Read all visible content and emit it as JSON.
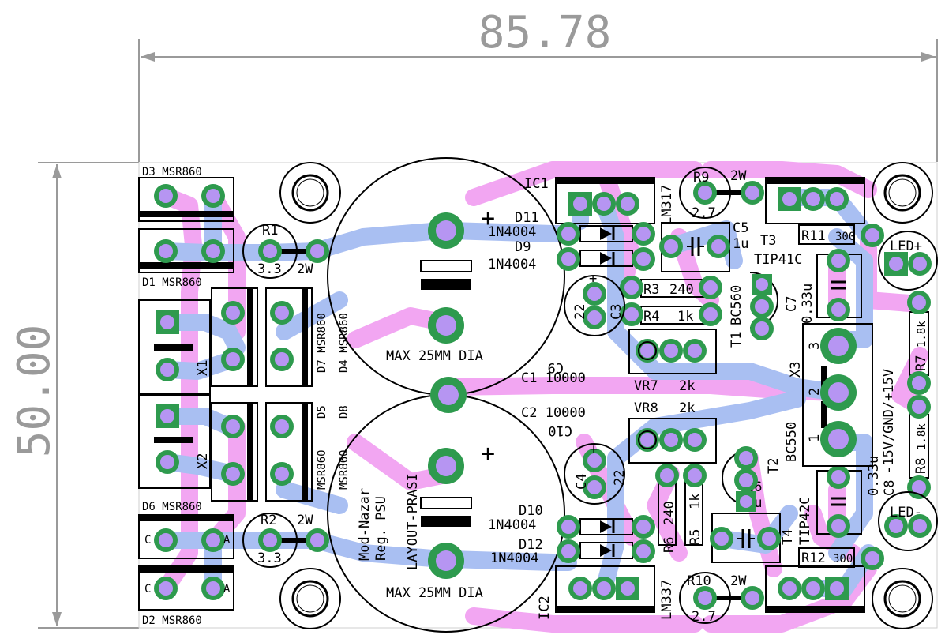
{
  "dimensions": {
    "width": "85.78",
    "height": "50.00"
  },
  "caps": {
    "upper_text": "MAX 25MM DIA",
    "lower_text": "MAX 25MM DIA",
    "plus": "+",
    "c1": "C1 10000",
    "c2": "C2 10000",
    "c9": "C9",
    "c10": "C10",
    "board_title_1": "Mod-Nazar",
    "board_title_2": "Reg. PSU",
    "board_title_3": "LAYOUT-PRASI"
  },
  "parts": {
    "d3": "D3 MSR860",
    "d1": "D1 MSR860",
    "d6": "D6 MSR860",
    "d2": "D2 MSR860",
    "d7": "D7 MSR860",
    "d4": "D4 MSR860",
    "d5": "D5",
    "d8": "D8",
    "d5_part": "MSR860",
    "d8_part": "MSR860",
    "r1": "R1",
    "r1_val": "3.3",
    "r1_w": "2W",
    "r2": "R2",
    "r2_val": "3.3",
    "r2_w": "2W",
    "x1": "X1",
    "x2": "X2",
    "ic1": "IC1",
    "ic1_part": "LM317",
    "ic2": "IC2",
    "ic2_part": "LM337",
    "d11": "D11",
    "d11_part": "1N4004",
    "d9": "D9",
    "d9_part": "1N4004",
    "d10": "D10",
    "d10_part": "1N4004",
    "d12": "D12",
    "d12_part": "1N4004",
    "r9": "R9",
    "r9_w": "2W",
    "r9_val": "2.7",
    "r10": "R10",
    "r10_w": "2W",
    "r10_val": "2.7",
    "c5": "C5",
    "c5_val": "1u",
    "c6": "C6",
    "c6_val": "1u",
    "t3": "T3",
    "t3_part": "TIP41C",
    "t4": "T4",
    "t4_part": "TIP42C",
    "r11": "R11",
    "r11_val": "300",
    "r12": "R12",
    "r12_val": "300",
    "c7": "C7",
    "c7_val": "0.33u",
    "c8": "C8",
    "c8_val": "0.33u",
    "r3": "R3",
    "r3_val": "240",
    "r4": "R4",
    "r4_val": "1k",
    "r5": "R5",
    "r5_val": "1k",
    "r6": "R6",
    "r6_val": "240",
    "c3": "C3",
    "c3_val": "22",
    "c4": "C4",
    "c4_val": "22",
    "t1": "T1",
    "t1_part": "BC560",
    "t2": "T2",
    "t2_part": "BC550",
    "vr7": "VR7",
    "vr7_val": "2k",
    "vr8": "VR8",
    "vr8_val": "2k",
    "x3": "X3",
    "x3_label": "-15V/GND/+15V",
    "r7": "R7",
    "r7_val": "1.8k",
    "r8": "R8",
    "r8_val": "1.8k",
    "led_plus": "LED+",
    "led_minus": "LED-",
    "pin1": "1",
    "pin2": "2",
    "pin3": "3",
    "diode_c": "C",
    "diode_a": "A"
  },
  "colors": {
    "background": "#ffffff",
    "top_copper": "#f2a6f2",
    "bottom_copper": "#a9bff2",
    "pad": "#2e9a4e",
    "pad_hole": "#b695f2",
    "silkscreen": "#000000",
    "dimension": "#9a9a9a"
  }
}
